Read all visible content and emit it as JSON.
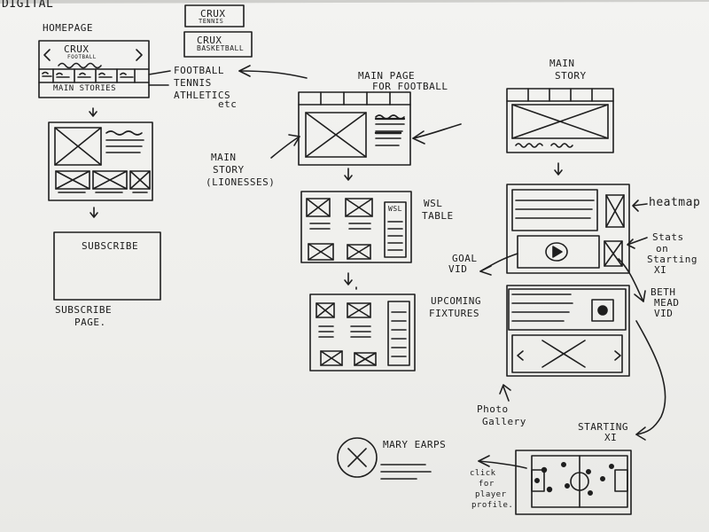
{
  "labels": {
    "digital": "DIGITAL",
    "homepage": "HOMEPAGE",
    "crux_tennis_top": "CRUX",
    "crux_tennis_sub": "TENNIS",
    "crux_basketball_top": "CRUX",
    "crux_basketball_sub": "BASKETBALL",
    "crux_football_top": "CRUX",
    "crux_football_sub": "FOOTBALL",
    "main_stories": "MAIN STORIES",
    "sport_football": "FOOTBALL",
    "sport_tennis": "TENNIS",
    "sport_athletics": "ATHLETICS",
    "sport_etc": "etc",
    "subscribe": "SUBSCRIBE",
    "subscribe_page_1": "SUBSCRIBE",
    "subscribe_page_2": "PAGE.",
    "main_page_1": "MAIN PAGE",
    "main_page_2": "FOR FOOTBALL",
    "main_story_left_1": "MAIN",
    "main_story_left_2": "STORY",
    "main_story_left_3": "(LIONESSES)",
    "wsl_1": "WSL",
    "wsl_2": "TABLE",
    "wsl_box": "WSL",
    "upcoming_1": "UPCOMING",
    "upcoming_2": "FIXTURES",
    "main_story_right_1": "MAIN",
    "main_story_right_2": "STORY",
    "heatmap": "heatmap",
    "stats_1": "Stats",
    "stats_2": "on",
    "stats_3": "Starting",
    "stats_4": "XI",
    "goal_1": "GOAL",
    "goal_2": "VID",
    "beth_1": "BETH",
    "beth_2": "MEAD",
    "beth_3": "VID",
    "photo_1": "Photo",
    "photo_2": "Gallery",
    "starting_1": "STARTING",
    "starting_2": "XI",
    "mary_earps": "MARY EARPS",
    "click_1": "click",
    "click_2": "for",
    "click_3": "player",
    "click_4": "profile."
  }
}
